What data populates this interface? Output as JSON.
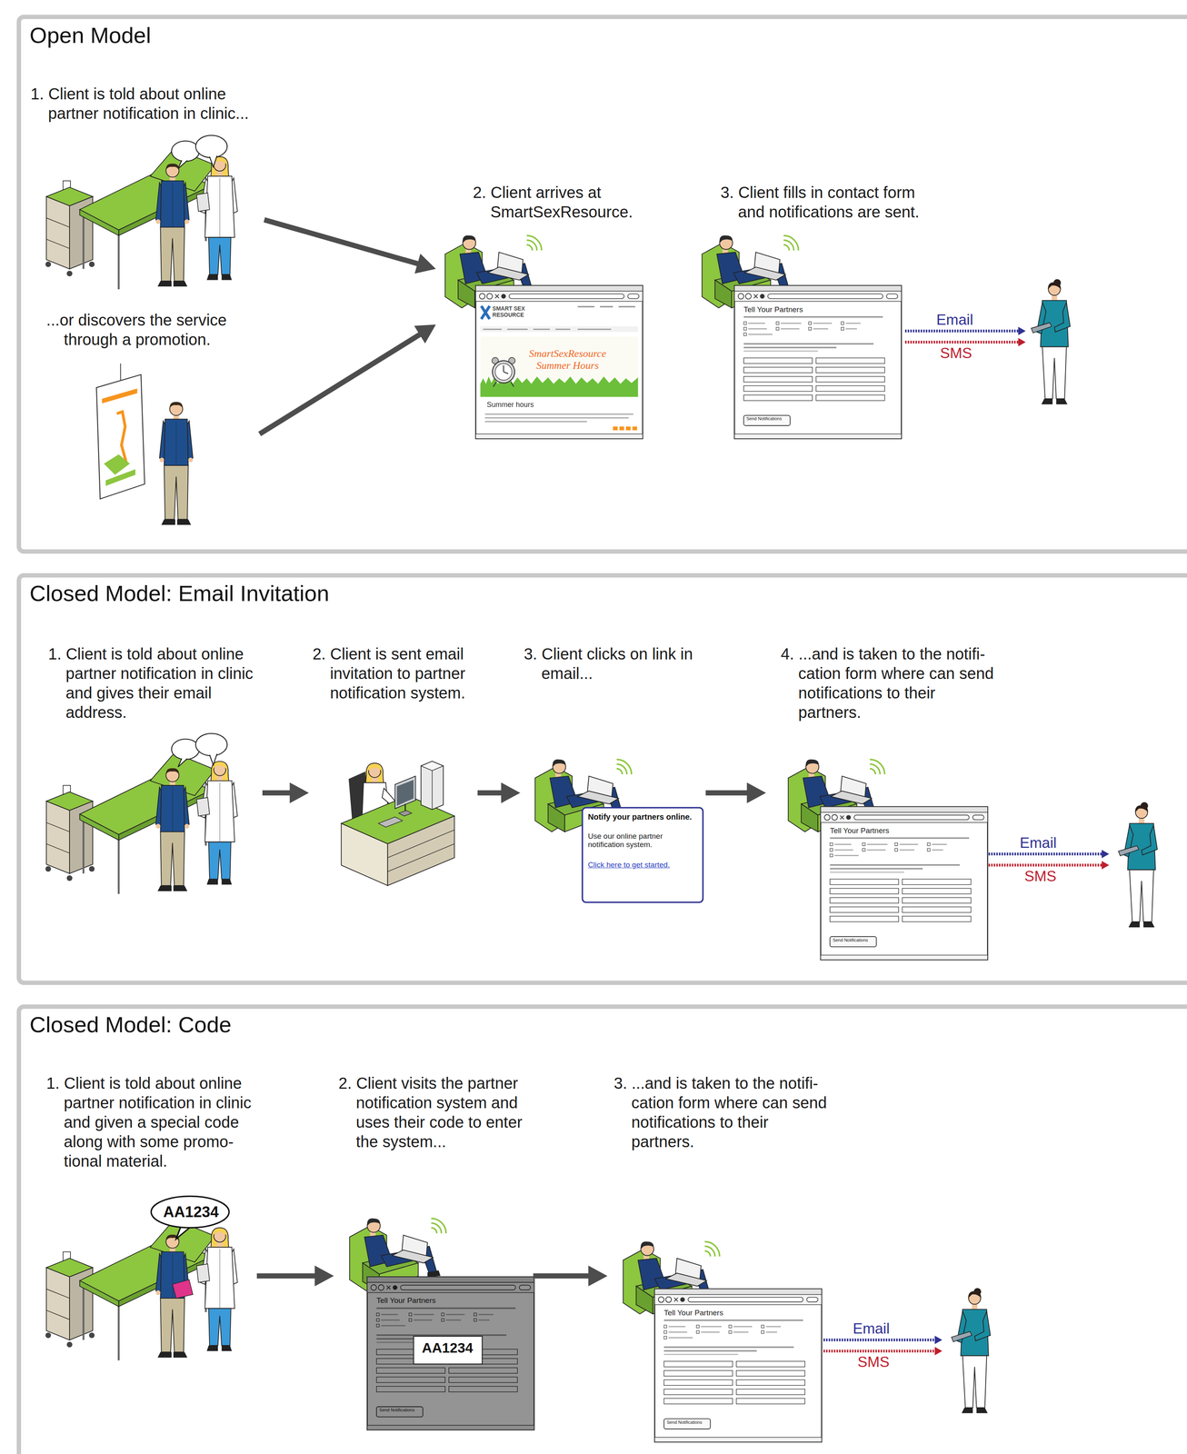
{
  "diagram": {
    "nodes": [
      {
        "text": [
          "Open Model"
        ]
      },
      {
        "text": [
          "1. Client is told about online partner notification in clinic..."
        ],
        "in": 0
      },
      {
        "text": [
          "...or discovers the service through a promotion."
        ],
        "in": 0
      },
      {
        "text": [
          "2. Client arrives at SmartSexResource."
        ],
        "in": 0
      },
      {
        "text": [
          "3. Client fills in contact form and notifications are sent."
        ],
        "in": 0
      },
      {
        "text": [
          "Closed Model: Email Invitation"
        ]
      },
      {
        "text": [
          "1. Client is told about online partner notification in clinic and gives their email address."
        ],
        "in": 5
      },
      {
        "text": [
          "2. Client is sent email invitation to partner notification system."
        ],
        "in": 5
      },
      {
        "text": [
          "3. Client clicks on link in email..."
        ],
        "in": 5
      },
      {
        "text": [
          "4. ...and is taken to the notifi- cation form where can send notifications to their partners."
        ],
        "in": 5
      },
      {
        "text": [
          "Closed Model: Code"
        ]
      },
      {
        "text": [
          "1. Client is told about online partner notification in clinic and given a special code along with some promo- tional material."
        ],
        "in": 10
      },
      {
        "text": [
          "2. Client visits the partner notification system and uses their code to enter the system..."
        ],
        "in": 10
      },
      {
        "text": [
          "3. ...and is taken to the notifi- cation form where can send notifications to their partners."
        ],
        "in": 10
      }
    ],
    "edges": [
      {
        "from": 1,
        "to": 3,
        "arrow": "to"
      },
      {
        "from": 2,
        "to": 3,
        "arrow": "to"
      },
      {
        "from": 6,
        "to": 7,
        "arrow": "to"
      },
      {
        "from": 7,
        "to": 8,
        "arrow": "to"
      },
      {
        "from": 8,
        "to": 9,
        "arrow": "to"
      },
      {
        "from": 11,
        "to": 12,
        "arrow": "to"
      },
      {
        "from": 12,
        "to": 13,
        "arrow": "to"
      }
    ],
    "labels": [
      "SMART SEX RESOURCE",
      "SmartSexResource Summer Hours",
      "Summer hours",
      "Tell Your Partners",
      "Send Notifications",
      "Email",
      "SMS",
      "Notify your partners online.",
      "Use our online partner notification system.",
      "Click here to get started.",
      "Tell Your Partners",
      "Send Notifications",
      "Email",
      "SMS",
      "AA1234",
      "Tell Your Partners",
      "AA1234",
      "Send Notifications",
      "Tell Your Partners",
      "Send Notifications",
      "Email",
      "SMS"
    ]
  }
}
